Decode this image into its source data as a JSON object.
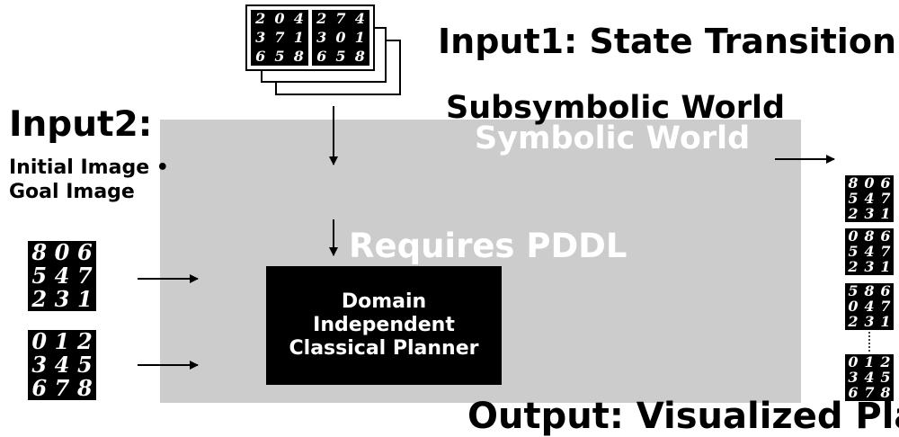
{
  "titles": {
    "input1": "Input1: State Transition",
    "subsymbolic": "Subsymbolic World",
    "symbolic": "Symbolic World",
    "input2": "Input2:",
    "initial_image": "Initial Image",
    "goal_image": "Goal Image",
    "requires": "Requires PDDL",
    "output": "Output: Visualized Plan"
  },
  "planner": {
    "line1": "Domain",
    "line2": "Independent",
    "line3": "Classical Planner"
  },
  "transition": {
    "before": [
      [
        "2",
        "0",
        "4"
      ],
      [
        "3",
        "7",
        "1"
      ],
      [
        "6",
        "5",
        "8"
      ]
    ],
    "after": [
      [
        "2",
        "7",
        "4"
      ],
      [
        "3",
        "0",
        "1"
      ],
      [
        "6",
        "5",
        "8"
      ]
    ]
  },
  "inputs": {
    "initial": [
      [
        "8",
        "0",
        "6"
      ],
      [
        "5",
        "4",
        "7"
      ],
      [
        "2",
        "3",
        "1"
      ]
    ],
    "goal": [
      [
        "0",
        "1",
        "2"
      ],
      [
        "3",
        "4",
        "5"
      ],
      [
        "6",
        "7",
        "8"
      ]
    ]
  },
  "plan": [
    [
      [
        "8",
        "0",
        "6"
      ],
      [
        "5",
        "4",
        "7"
      ],
      [
        "2",
        "3",
        "1"
      ]
    ],
    [
      [
        "0",
        "8",
        "6"
      ],
      [
        "5",
        "4",
        "7"
      ],
      [
        "2",
        "3",
        "1"
      ]
    ],
    [
      [
        "5",
        "8",
        "6"
      ],
      [
        "0",
        "4",
        "7"
      ],
      [
        "2",
        "3",
        "1"
      ]
    ],
    [
      [
        "0",
        "1",
        "2"
      ],
      [
        "3",
        "4",
        "5"
      ],
      [
        "6",
        "7",
        "8"
      ]
    ]
  ]
}
